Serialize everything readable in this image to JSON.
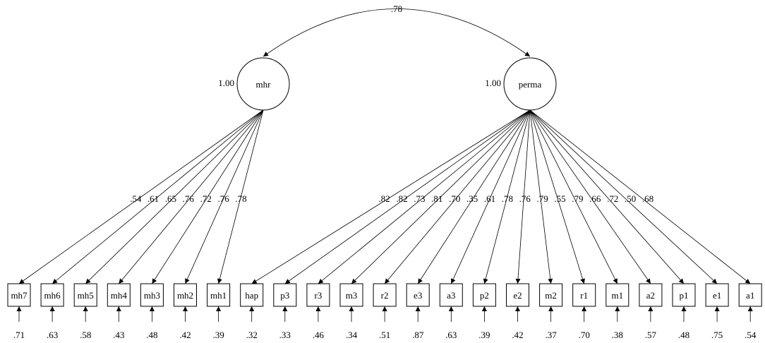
{
  "covariance_label": ".78",
  "latents": [
    {
      "id": "mhr",
      "label": "mhr",
      "variance": "1.00"
    },
    {
      "id": "perma",
      "label": "perma",
      "variance": "1.00"
    }
  ],
  "indicators": [
    {
      "label": "mh7",
      "factor": "mhr",
      "loading": ".54",
      "error": ".71"
    },
    {
      "label": "mh6",
      "factor": "mhr",
      "loading": ".61",
      "error": ".63"
    },
    {
      "label": "mh5",
      "factor": "mhr",
      "loading": ".65",
      "error": ".58"
    },
    {
      "label": "mh4",
      "factor": "mhr",
      "loading": ".76",
      "error": ".43"
    },
    {
      "label": "mh3",
      "factor": "mhr",
      "loading": ".72",
      "error": ".48"
    },
    {
      "label": "mh2",
      "factor": "mhr",
      "loading": ".76",
      "error": ".42"
    },
    {
      "label": "mh1",
      "factor": "mhr",
      "loading": ".78",
      "error": ".39"
    },
    {
      "label": "hap",
      "factor": "perma",
      "loading": ".82",
      "error": ".32"
    },
    {
      "label": "p3",
      "factor": "perma",
      "loading": ".82",
      "error": ".33"
    },
    {
      "label": "r3",
      "factor": "perma",
      "loading": ".73",
      "error": ".46"
    },
    {
      "label": "m3",
      "factor": "perma",
      "loading": ".81",
      "error": ".34"
    },
    {
      "label": "r2",
      "factor": "perma",
      "loading": ".70",
      "error": ".51"
    },
    {
      "label": "e3",
      "factor": "perma",
      "loading": ".35",
      "error": ".87"
    },
    {
      "label": "a3",
      "factor": "perma",
      "loading": ".61",
      "error": ".63"
    },
    {
      "label": "p2",
      "factor": "perma",
      "loading": ".78",
      "error": ".39"
    },
    {
      "label": "e2",
      "factor": "perma",
      "loading": ".76",
      "error": ".42"
    },
    {
      "label": "m2",
      "factor": "perma",
      "loading": ".79",
      "error": ".37"
    },
    {
      "label": "r1",
      "factor": "perma",
      "loading": ".55",
      "error": ".70"
    },
    {
      "label": "m1",
      "factor": "perma",
      "loading": ".79",
      "error": ".38"
    },
    {
      "label": "a2",
      "factor": "perma",
      "loading": ".66",
      "error": ".57"
    },
    {
      "label": "p1",
      "factor": "perma",
      "loading": ".72",
      "error": ".48"
    },
    {
      "label": "e1",
      "factor": "perma",
      "loading": ".50",
      "error": ".75"
    },
    {
      "label": "a1",
      "factor": "perma",
      "loading": ".68",
      "error": ".54"
    }
  ]
}
